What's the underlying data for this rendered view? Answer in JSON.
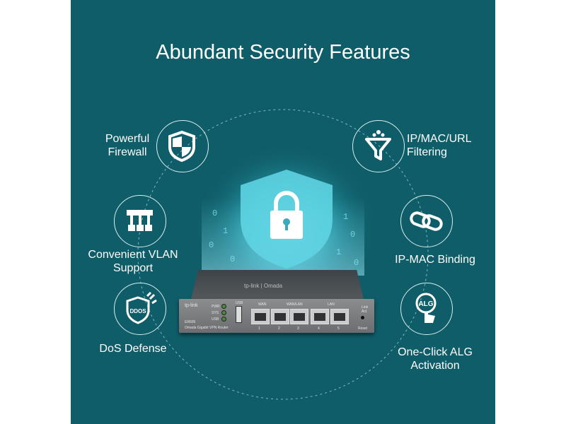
{
  "title": "Abundant Security Features",
  "features": [
    {
      "label": "Powerful Firewall",
      "icon": "shield-firewall-icon"
    },
    {
      "label": "IP/MAC/URL Filtering",
      "icon": "filter-funnel-icon"
    },
    {
      "label": "Convenient VLAN Support",
      "icon": "vlan-network-icon"
    },
    {
      "label": "IP-MAC Binding",
      "icon": "link-chain-icon"
    },
    {
      "label": "DoS Defense",
      "icon": "ddos-shield-icon",
      "badge": "DDOS"
    },
    {
      "label": "One-Click ALG Activation",
      "icon": "alg-click-icon",
      "badge": "ALG"
    }
  ],
  "router": {
    "brand": "tp-link",
    "top_brand": "tp-link | Omada",
    "model": "ER605",
    "description": "Omada Gigabit VPN Router",
    "leds": [
      "PWR",
      "SYS",
      "USB"
    ],
    "usb": "USB",
    "wan": "WAN",
    "wanlan": "WAN/LAN",
    "lan": "LAN",
    "ports": [
      "1",
      "2",
      "3",
      "4",
      "5"
    ],
    "link": "Link",
    "act": "Act",
    "reset": "Reset"
  },
  "colors": {
    "background": "#0f5d69",
    "accent": "#4fd3e3"
  }
}
